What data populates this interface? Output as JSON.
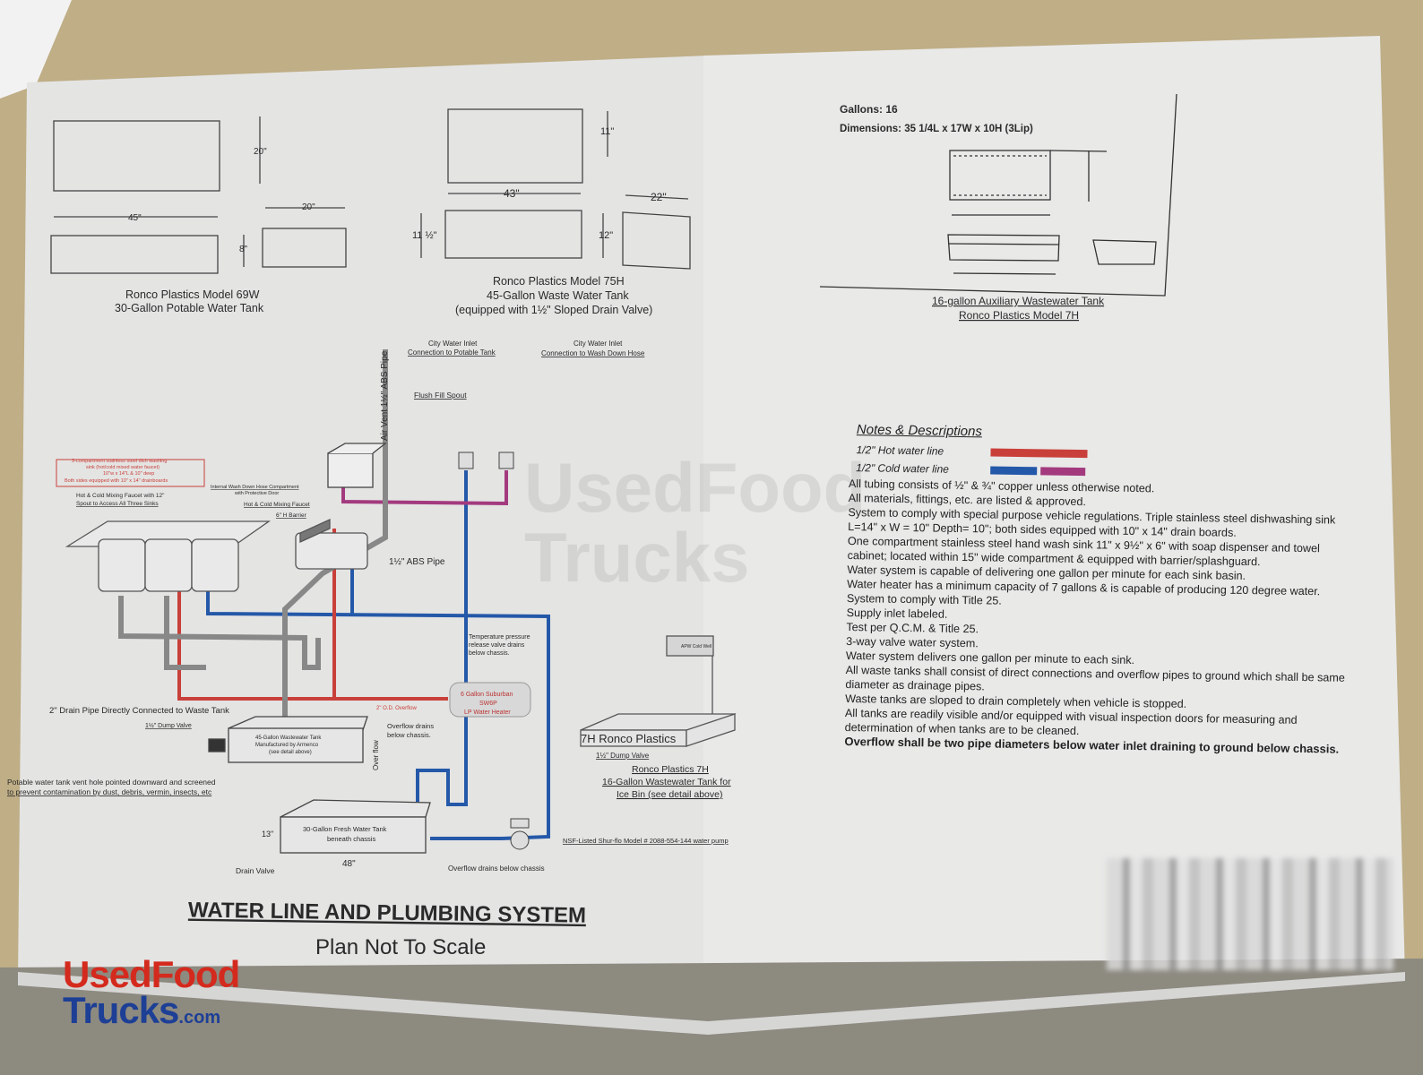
{
  "tanks_top": {
    "t69w": {
      "dims": [
        "20\"",
        "45\"",
        "20\"",
        "8\""
      ],
      "caption": [
        "Ronco Plastics Model 69W",
        "30-Gallon Potable Water Tank"
      ]
    },
    "t75h": {
      "dims": [
        "11\"",
        "43\"",
        "22\"",
        "11 ½\"",
        "12\""
      ],
      "caption": [
        "Ronco Plastics Model 75H",
        "45-Gallon Waste Water Tank",
        "(equipped with 1½\" Sloped Drain Valve)"
      ]
    },
    "t7h": {
      "gallons": "Gallons: 16",
      "dimensions": "Dimensions: 35 1/4L x 17W x 10H (3Lip)",
      "caption": [
        "16-gallon Auxiliary Wastewater Tank",
        "Ronco Plastics Model 7H"
      ]
    }
  },
  "diagram": {
    "air_vent": "Air Vent 1½\" ABS Pipe",
    "city_inlet_potable": [
      "City Water Inlet",
      "Connection to Potable Tank"
    ],
    "city_inlet_wash": [
      "City Water Inlet",
      "Connection to Wash Down Hose"
    ],
    "flush_fill": "Flush Fill Spout",
    "sink_note": [
      "3-compartment stainless steel dish washing",
      "sink (hot/cold mixed water faucet)",
      "10\"w x 14\"L & 10\" deep",
      "Both sides equipped with 10\" x 14\" drainboards"
    ],
    "hose_compartment": [
      "Internal Wash Down Hose Compartment",
      "with Protective Door"
    ],
    "faucet_12": [
      "Hot & Cold Mixing Faucet with 12\"",
      "Spout to Access All Three Sinks"
    ],
    "faucet": "Hot & Cold Mixing Faucet",
    "barrier": "6\" H Barrier",
    "abs_pipe": "1½\" ABS Pipe",
    "tp_valve": [
      "Temperature pressure",
      "release valve drains",
      "below chassis."
    ],
    "heater": [
      "6 Gallon Suburban",
      "SW6P",
      "LP Water Heater"
    ],
    "drain_pipe": "2\" Drain Pipe Directly Connected to Waste Tank",
    "dump_valve": "1½\" Dump Valve",
    "waste_tank": [
      "45-Gallon Wastewater Tank",
      "Manufactured by Armenco",
      "(see detail above)"
    ],
    "od_overflow": "2\" O.D. Overflow",
    "overflow_drains": [
      "Overflow drains",
      "below chassis."
    ],
    "over_flow": "Over flow",
    "vent_hole": [
      "Potable water tank vent hole pointed downward and screened",
      "to prevent contamination by dust, debris, vermin, insects, etc"
    ],
    "fresh_tank": [
      "30-Gallon Fresh Water Tank",
      "beneath chassis"
    ],
    "dim_13": "13\"",
    "dim_48": "48\"",
    "drain_valve": "Drain Valve",
    "overflow_below": "Overflow drains below chassis",
    "pump": "NSF-Listed Shur-flo Model # 2088-554-144 water pump",
    "ice_bin": "APW Cold Well",
    "ronco7h_box": "7H Ronco Plastics",
    "dump_valve2": "1½\" Dump Valve",
    "ronco7h_caption": [
      "Ronco Plastics 7H",
      "16-Gallon Wastewater Tank for",
      "Ice Bin (see detail above)"
    ],
    "title": "WATER LINE AND PLUMBING SYSTEM",
    "subtitle": "Plan Not To Scale"
  },
  "notes": {
    "heading": "Notes & Descriptions",
    "legend": [
      {
        "label": "1/2\" Hot water line",
        "colors": [
          "#c9403a"
        ]
      },
      {
        "label": "1/2\" Cold water line",
        "colors": [
          "#2458a8",
          "#a33a7e"
        ]
      }
    ],
    "lines": [
      "All tubing consists of ½\" & ¾\" copper unless otherwise noted.",
      "All materials, fittings, etc. are listed & approved.",
      "System to comply with special purpose vehicle regulations. Triple stainless steel dishwashing sink L=14\" x W = 10\" Depth= 10\"; both sides equipped with 10\" x 14\" drain boards.",
      "One compartment stainless steel hand wash sink 11\" x 9½\" x 6\" with soap dispenser and towel cabinet; located within 15\" wide compartment & equipped with barrier/splashguard.",
      "Water system is capable of delivering one gallon per minute for each sink basin.",
      "Water heater has a minimum capacity of 7 gallons & is capable of producing 120 degree water.",
      "System to comply with Title 25.",
      "Supply inlet labeled.",
      "Test per Q.C.M. & Title 25.",
      "3-way valve water system.",
      "Water system delivers one gallon per minute to each sink.",
      "All waste tanks shall consist of direct connections and overflow pipes to ground which shall be same diameter as drainage pipes.",
      "Waste tanks are sloped to drain completely when vehicle is stopped.",
      "All tanks are readily visible and/or equipped with visual inspection doors for measuring and determination of when tanks are to be cleaned."
    ],
    "bold_line": "Overflow shall be two pipe diameters below water inlet draining to ground below chassis."
  },
  "watermark": {
    "line1": "UsedFood",
    "line2": "Trucks",
    "suffix": ".com"
  },
  "colors": {
    "hot": "#c9403a",
    "cold": "#2458a8",
    "purple": "#a33a7e"
  }
}
